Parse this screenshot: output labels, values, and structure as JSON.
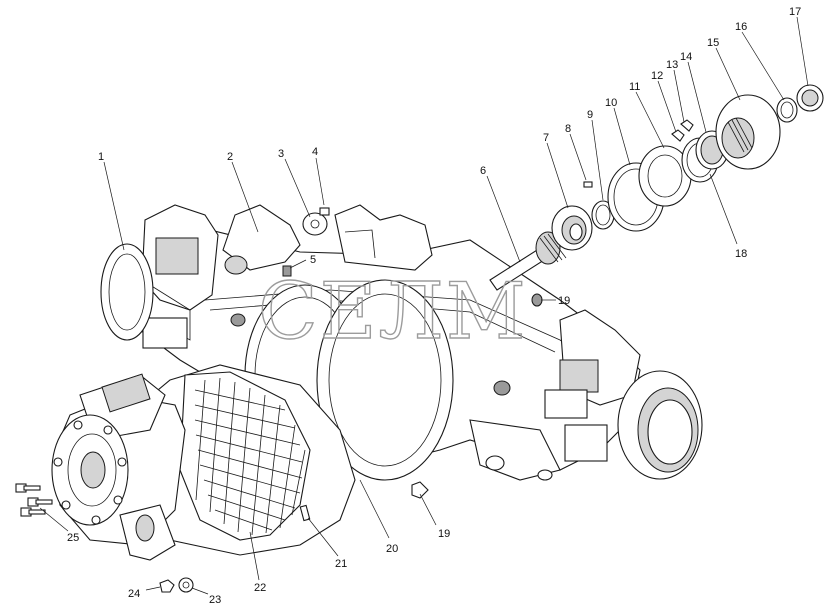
{
  "watermark": "СЕЛМ",
  "callouts": [
    {
      "id": "c1",
      "label": "1"
    },
    {
      "id": "c2",
      "label": "2"
    },
    {
      "id": "c3",
      "label": "3"
    },
    {
      "id": "c4",
      "label": "4"
    },
    {
      "id": "c5",
      "label": "5"
    },
    {
      "id": "c6",
      "label": "6"
    },
    {
      "id": "c7",
      "label": "7"
    },
    {
      "id": "c8",
      "label": "8"
    },
    {
      "id": "c9",
      "label": "9"
    },
    {
      "id": "c10",
      "label": "10"
    },
    {
      "id": "c11",
      "label": "11"
    },
    {
      "id": "c12",
      "label": "12"
    },
    {
      "id": "c13",
      "label": "13"
    },
    {
      "id": "c14",
      "label": "14"
    },
    {
      "id": "c15",
      "label": "15"
    },
    {
      "id": "c16",
      "label": "16"
    },
    {
      "id": "c17",
      "label": "17"
    },
    {
      "id": "c18",
      "label": "18"
    },
    {
      "id": "c19a",
      "label": "19"
    },
    {
      "id": "c19b",
      "label": "19"
    },
    {
      "id": "c20",
      "label": "20"
    },
    {
      "id": "c21",
      "label": "21"
    },
    {
      "id": "c22",
      "label": "22"
    },
    {
      "id": "c23",
      "label": "23"
    },
    {
      "id": "c24",
      "label": "24"
    },
    {
      "id": "c25",
      "label": "25"
    }
  ]
}
